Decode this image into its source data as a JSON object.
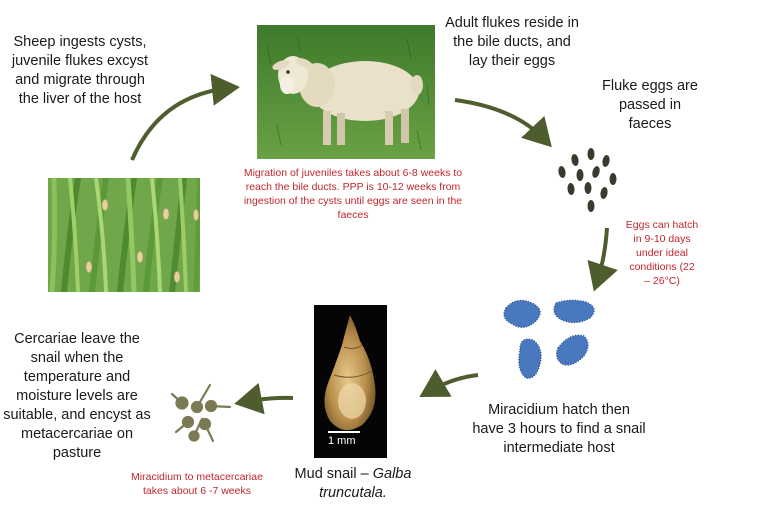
{
  "steps": {
    "sheep_ingests": "Sheep ingests cysts, juvenile flukes excyst and migrate through the liver of the host",
    "adult_flukes": "Adult flukes reside in the bile ducts, and lay their eggs",
    "eggs_passed": "Fluke eggs are passed in faeces",
    "miracidium": "Miracidium hatch then have 3 hours to find a snail intermediate host",
    "cercariae": "Cercariae leave the snail when the temperature and moisture levels are suitable, and encyst as metacercariae on pasture"
  },
  "notes": {
    "migration": "Migration of juveniles takes about 6-8 weeks to reach the bile ducts. PPP is 10-12 weeks from ingestion of the cysts until eggs are seen in the faeces",
    "egg_hatch": "Eggs can hatch in 9-10 days under ideal conditions (22 – 26°C)",
    "metacercariae": "Miracidium to metacercariae takes about 6 -7 weeks"
  },
  "snail": {
    "caption_prefix": "Mud snail – ",
    "caption_species": "Galba truncutala.",
    "scale_label": "1 mm"
  },
  "colors": {
    "arrow": "#4e5d2e",
    "note_text": "#c0272d",
    "miracidia": "#4a78bf",
    "eggs": "#3a3a2e",
    "cercariae": "#7b7a55"
  },
  "icons": [
    "sheep-photo",
    "grass-photo",
    "snail-photo",
    "egg-cluster-icon",
    "miracidia-icon",
    "cercariae-icon"
  ]
}
